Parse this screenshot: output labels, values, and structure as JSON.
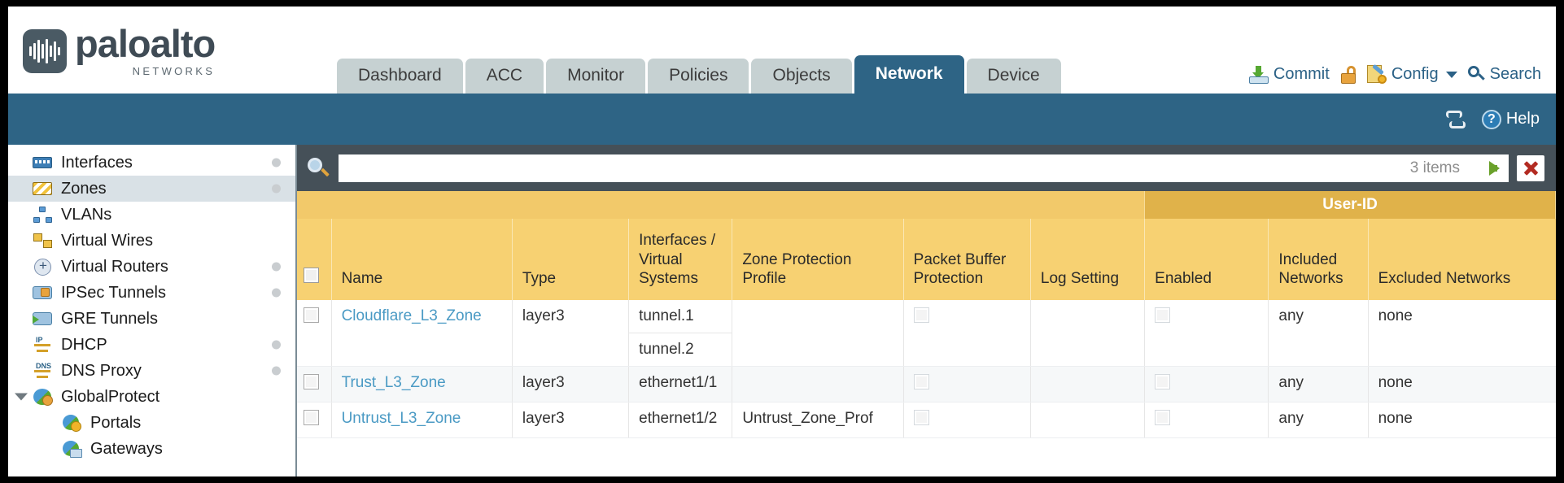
{
  "brand": {
    "name_primary": "paloalto",
    "name_secondary": "NETWORKS",
    "logo_icon": "paloalto-waveform-logo"
  },
  "header": {
    "tabs": [
      {
        "label": "Dashboard",
        "active": false
      },
      {
        "label": "ACC",
        "active": false
      },
      {
        "label": "Monitor",
        "active": false
      },
      {
        "label": "Policies",
        "active": false
      },
      {
        "label": "Objects",
        "active": false
      },
      {
        "label": "Network",
        "active": true
      },
      {
        "label": "Device",
        "active": false
      }
    ],
    "actions": {
      "commit_label": "Commit",
      "commit_icon": "commit-save-icon",
      "lock_icon": "unlocked-padlock-icon",
      "config_label": "Config",
      "config_icon": "config-wrench-icon",
      "config_caret_icon": "chevron-down-icon",
      "search_label": "Search",
      "search_icon": "magnifier-icon"
    }
  },
  "bluebar": {
    "refresh_icon": "refresh-icon",
    "help_label": "Help",
    "help_icon": "help-question-icon"
  },
  "sidebar": {
    "items": [
      {
        "label": "Interfaces",
        "icon": "interfaces-icon",
        "glyph": "g-if",
        "dot": true,
        "selected": false,
        "sub": false,
        "arrow": false
      },
      {
        "label": "Zones",
        "icon": "zones-icon",
        "glyph": "g-zone",
        "dot": true,
        "selected": true,
        "sub": false,
        "arrow": false
      },
      {
        "label": "VLANs",
        "icon": "vlans-icon",
        "glyph": "g-vlan",
        "dot": false,
        "selected": false,
        "sub": false,
        "arrow": false
      },
      {
        "label": "Virtual Wires",
        "icon": "virtual-wires-icon",
        "glyph": "g-vw",
        "dot": false,
        "selected": false,
        "sub": false,
        "arrow": false
      },
      {
        "label": "Virtual Routers",
        "icon": "virtual-routers-icon",
        "glyph": "g-vr",
        "dot": true,
        "selected": false,
        "sub": false,
        "arrow": false
      },
      {
        "label": "IPSec Tunnels",
        "icon": "ipsec-tunnels-icon",
        "glyph": "g-ipsec",
        "dot": true,
        "selected": false,
        "sub": false,
        "arrow": false
      },
      {
        "label": "GRE Tunnels",
        "icon": "gre-tunnels-icon",
        "glyph": "g-gre",
        "dot": false,
        "selected": false,
        "sub": false,
        "arrow": false
      },
      {
        "label": "DHCP",
        "icon": "dhcp-icon",
        "glyph": "g-dhcp",
        "dot": true,
        "selected": false,
        "sub": false,
        "arrow": false
      },
      {
        "label": "DNS Proxy",
        "icon": "dns-proxy-icon",
        "glyph": "g-dhcp",
        "dot": true,
        "selected": false,
        "sub": false,
        "arrow": false
      },
      {
        "label": "GlobalProtect",
        "icon": "globalprotect-icon",
        "glyph": "g-gp",
        "dot": false,
        "selected": false,
        "sub": false,
        "arrow": true
      },
      {
        "label": "Portals",
        "icon": "portals-icon",
        "glyph": "g-portal",
        "dot": false,
        "selected": false,
        "sub": true,
        "arrow": false
      },
      {
        "label": "Gateways",
        "icon": "gateways-icon",
        "glyph": "g-gw",
        "dot": false,
        "selected": false,
        "sub": true,
        "arrow": false
      }
    ]
  },
  "search": {
    "value": "",
    "placeholder": "",
    "count_label": "3 items",
    "apply_icon": "green-arrow-apply-icon",
    "clear_icon": "red-x-clear-icon",
    "magnifier_icon": "magnifier-icon"
  },
  "table": {
    "group_header": {
      "label": "User-ID",
      "span": 3
    },
    "columns": [
      {
        "key": "check",
        "label": ""
      },
      {
        "key": "name",
        "label": "Name"
      },
      {
        "key": "type",
        "label": "Type"
      },
      {
        "key": "interfaces",
        "label": "Interfaces / Virtual Systems"
      },
      {
        "key": "zone_protection",
        "label": "Zone Protection Profile"
      },
      {
        "key": "packet_buffer",
        "label": "Packet Buffer Protection"
      },
      {
        "key": "log_setting",
        "label": "Log Setting"
      },
      {
        "key": "enabled",
        "label": "Enabled"
      },
      {
        "key": "included",
        "label": "Included Networks"
      },
      {
        "key": "excluded",
        "label": "Excluded Networks"
      }
    ],
    "rows": [
      {
        "name": "Cloudflare_L3_Zone",
        "type": "layer3",
        "interfaces": [
          "tunnel.1",
          "tunnel.2"
        ],
        "zone_protection": "",
        "packet_buffer_checked": false,
        "log_setting": "",
        "enabled_checked": false,
        "included": "any",
        "excluded": "none"
      },
      {
        "name": "Trust_L3_Zone",
        "type": "layer3",
        "interfaces": [
          "ethernet1/1"
        ],
        "zone_protection": "",
        "packet_buffer_checked": false,
        "log_setting": "",
        "enabled_checked": false,
        "included": "any",
        "excluded": "none"
      },
      {
        "name": "Untrust_L3_Zone",
        "type": "layer3",
        "interfaces": [
          "ethernet1/2"
        ],
        "zone_protection": "Untrust_Zone_Prof",
        "packet_buffer_checked": false,
        "log_setting": "",
        "enabled_checked": false,
        "included": "any",
        "excluded": "none"
      }
    ]
  },
  "colors": {
    "brand_blue": "#2e6485",
    "tab_inactive": "#c6d1d2",
    "toolbar_slate": "#455058",
    "table_header_yellow": "#f7d172",
    "table_group_yellow": "#e0b24a",
    "link_blue": "#4a9ac4",
    "sidebar_selected": "#d9e1e6"
  }
}
